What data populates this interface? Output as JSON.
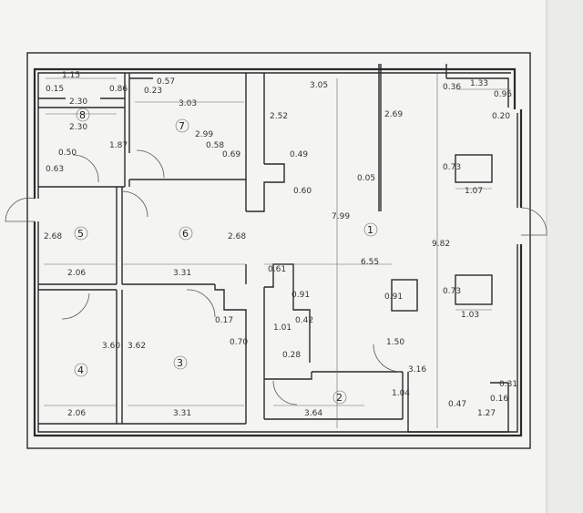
{
  "plan": {
    "rooms": [
      {
        "id": "8",
        "label": "8"
      },
      {
        "id": "7",
        "label": "7"
      },
      {
        "id": "1",
        "label": "1"
      },
      {
        "id": "5",
        "label": "5"
      },
      {
        "id": "6",
        "label": "6"
      },
      {
        "id": "4",
        "label": "4"
      },
      {
        "id": "3",
        "label": "3"
      },
      {
        "id": "2",
        "label": "2"
      }
    ],
    "dims": {
      "d115": "1.15",
      "d015": "0.15",
      "d086": "0.86",
      "d230a": "2.30",
      "d230b": "2.30",
      "d187": "1.87",
      "d050": "0.50",
      "d063": "0.63",
      "d057": "0.57",
      "d023": "0.23",
      "d303": "3.03",
      "d299": "2.99",
      "d058": "0.58",
      "d069": "0.69",
      "d252": "2.52",
      "d049": "0.49",
      "d060": "0.60",
      "d305": "3.05",
      "d269": "2.69",
      "d005": "0.05",
      "d799": "7.99",
      "d133": "1.33",
      "d036": "0.36",
      "d095": "0.95",
      "d020": "0.20",
      "d073a": "0.73",
      "d107": "1.07",
      "d268a": "2.68",
      "d268b": "2.68",
      "d206a": "2.06",
      "d331a": "3.31",
      "d061": "0.61",
      "d655": "6.55",
      "d982": "9.82",
      "d091a": "0.91",
      "d091b": "0.91",
      "d073b": "0.73",
      "d103": "1.03",
      "d042": "0.42",
      "d017": "0.17",
      "d070": "0.70",
      "d101": "1.01",
      "d028": "0.28",
      "d150": "1.50",
      "d360": "3.60",
      "d362": "3.62",
      "d316": "3.16",
      "d104": "1.04",
      "d364": "3.64",
      "d206b": "2.06",
      "d331b": "3.31",
      "d047": "0.47",
      "d127": "1.27",
      "d016": "0.16",
      "d031": "0.31"
    }
  }
}
